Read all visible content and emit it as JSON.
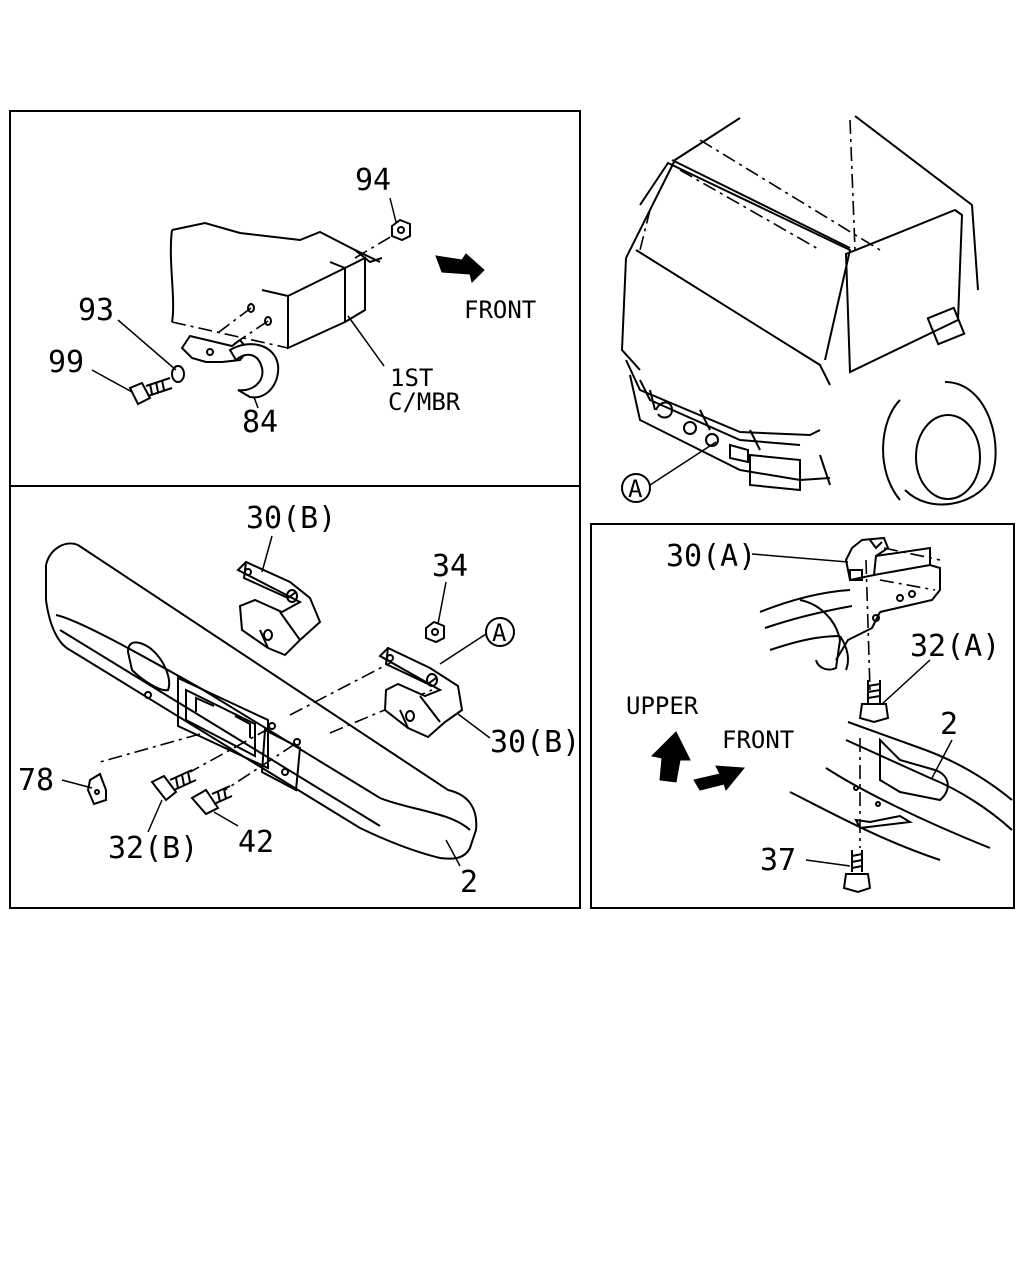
{
  "panel_top_left": {
    "labels": {
      "p94": "94",
      "p93": "93",
      "p99": "99",
      "p84": "84",
      "front": "FRONT",
      "member_line1": "1ST",
      "member_line2": "C/MBR"
    }
  },
  "panel_top_right": {
    "labels": {
      "view_a": "A"
    }
  },
  "panel_bottom_left": {
    "labels": {
      "p30b_top": "30(B)",
      "p34": "34",
      "marker_a": "A",
      "p30b_right": "30(B)",
      "p78": "78",
      "p32b": "32(B)",
      "p42": "42",
      "p2": "2"
    }
  },
  "panel_bottom_right": {
    "labels": {
      "p30a": "30(A)",
      "p32a": "32(A)",
      "upper": "UPPER",
      "front": "FRONT",
      "p2": "2",
      "p37": "37"
    }
  }
}
